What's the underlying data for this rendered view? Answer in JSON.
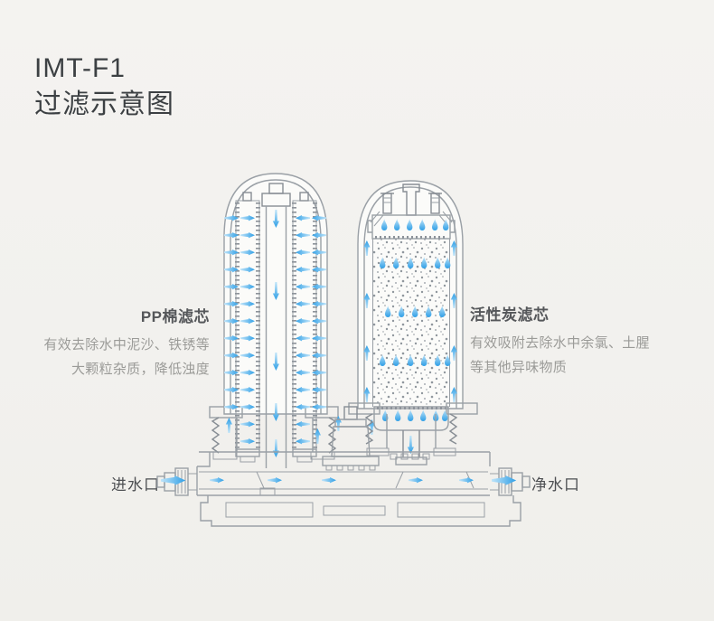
{
  "header": {
    "model": "IMT-F1",
    "title": "过滤示意图"
  },
  "filters": {
    "pp": {
      "name": "PP棉滤芯",
      "desc": [
        "有效去除水中泥沙、铁锈等",
        "大颗粒杂质，降低浊度"
      ]
    },
    "carbon": {
      "name": "活性炭滤芯",
      "desc": [
        "有效吸附去除水中余氯、土腥",
        "等其他异味物质"
      ]
    }
  },
  "ports": {
    "inlet": "进水口",
    "outlet": "净水口"
  },
  "icons": {
    "flow_arrow": "flow-arrow-icon",
    "water_drop": "water-drop-icon"
  },
  "colors": {
    "accent_blue": "#2f9fe6",
    "accent_blue_light": "#bfe4f9",
    "line": "#9aa0a6",
    "text_primary": "#3c4043",
    "text_secondary": "#55575a",
    "text_muted": "#9b9b98",
    "background": "#f2f1ee"
  }
}
